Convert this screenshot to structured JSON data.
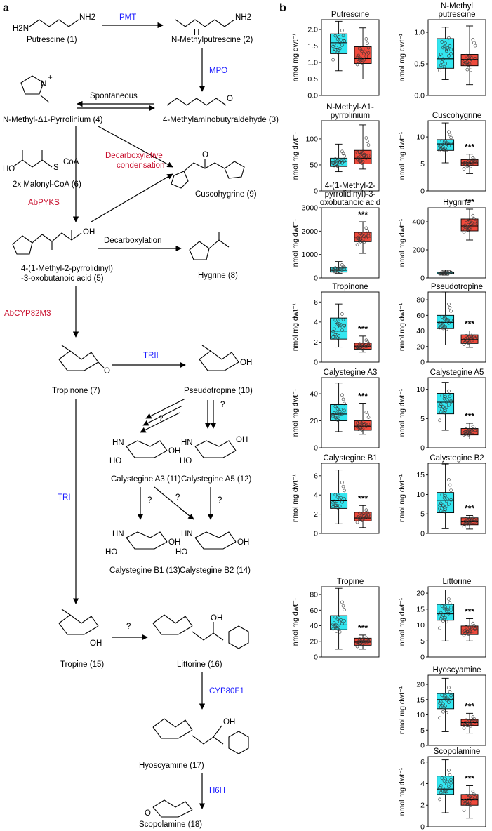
{
  "panel_a": {
    "label": "a",
    "compounds": {
      "c1": "Putrescine (1)",
      "c2": "N-Methylputrescine (2)",
      "c3": "4-Methylaminobutyraldehyde (3)",
      "c4": "N-Methyl-Δ1-Pyrrolinium (4)",
      "c5a": "4-(1-Methyl-2-pyrrolidinyl)",
      "c5b": "-3-oxobutanoic acid (5)",
      "c6": "2x Malonyl-CoA (6)",
      "c7": "Tropinone (7)",
      "c8": "Hygrine (8)",
      "c9": "Cuscohygrine (9)",
      "c10": "Pseudotropine (10)",
      "c11": "Calystegine A3 (11)",
      "c12": "Calystegine A5 (12)",
      "c13": "Calystegine B1 (13)",
      "c14": "Calystegine B2 (14)",
      "c15": "Tropine (15)",
      "c16": "Littorine (16)",
      "c17": "Hyoscyamine (17)",
      "c18": "Scopolamine (18)"
    },
    "enzymes": {
      "pmt": "PMT",
      "mpo": "MPO",
      "spontaneous": "Spontaneous",
      "abpyks": "AbPYKS",
      "decarb_cond_1": "Decarboxylative",
      "decarb_cond_2": "condensation",
      "decarboxylation": "Decarboxylation",
      "abcyp": "AbCYP82M3",
      "trii": "TRII",
      "tri": "TRI",
      "cyp80f1": "CYP80F1",
      "h6h": "H6H",
      "unknown": "?"
    },
    "atoms": {
      "h2n": "H2N",
      "nh2": "NH2",
      "h": "H",
      "n": "N",
      "o": "O",
      "oh": "OH",
      "ho": "HO",
      "hn": "HN",
      "coa": "CoA",
      "s": "S",
      "plus": "+"
    }
  },
  "panel_b": {
    "label": "b",
    "ylabel": "nmol mg dwt⁻¹",
    "colors": {
      "control": "#33e6f0",
      "treated": "#f04a3c"
    },
    "significance": "***"
  },
  "chart_data": [
    {
      "type": "box",
      "title": "Putrescine",
      "ylim": [
        0,
        2.3
      ],
      "yticks": [
        "0.0",
        "0.5",
        "1.0",
        "1.5",
        "2.0"
      ],
      "series": [
        {
          "name": "",
          "min": 0.75,
          "q1": 1.27,
          "median": 1.6,
          "q3": 1.87,
          "max": 2.25
        },
        {
          "name": "",
          "min": 0.5,
          "q1": 0.97,
          "median": 1.12,
          "q3": 1.48,
          "max": 2.05
        }
      ],
      "sig": ""
    },
    {
      "type": "box",
      "title": "N-Methyl putrescine",
      "ylim": [
        0,
        1.2
      ],
      "yticks": [
        "0.0",
        "0.5",
        "1.0"
      ],
      "series": [
        {
          "name": "",
          "min": 0.25,
          "q1": 0.43,
          "median": 0.58,
          "q3": 0.9,
          "max": 1.08
        },
        {
          "name": "",
          "min": 0.17,
          "q1": 0.47,
          "median": 0.57,
          "q3": 0.65,
          "max": 1.1
        }
      ],
      "sig": ""
    },
    {
      "type": "box",
      "title": "N-Methyl-Δ1-pyrrolinium",
      "ylim": [
        0,
        135
      ],
      "yticks": [
        "0",
        "50",
        "100"
      ],
      "series": [
        {
          "name": "",
          "min": 37,
          "q1": 47,
          "median": 57,
          "q3": 63,
          "max": 90
        },
        {
          "name": "",
          "min": 42,
          "q1": 52,
          "median": 63,
          "q3": 78,
          "max": 127
        }
      ],
      "sig": ""
    },
    {
      "type": "box",
      "title": "Cuscohygrine",
      "ylim": [
        0,
        13
      ],
      "yticks": [
        "0",
        "5",
        "10"
      ],
      "series": [
        {
          "name": "",
          "min": 5.2,
          "q1": 7.5,
          "median": 8.7,
          "q3": 9.5,
          "max": 12.6
        },
        {
          "name": "",
          "min": 3.2,
          "q1": 4.7,
          "median": 5.2,
          "q3": 5.8,
          "max": 6.8
        }
      ],
      "sig": "***"
    },
    {
      "type": "box",
      "title": "4-(1-Methyl-2-pyrrolidinyl)-3-oxobutanoic acid",
      "ylim": [
        0,
        3000
      ],
      "yticks": [
        "0",
        "1000",
        "2000",
        "3000"
      ],
      "series": [
        {
          "name": "",
          "min": 200,
          "q1": 250,
          "median": 330,
          "q3": 450,
          "max": 700
        },
        {
          "name": "",
          "min": 1050,
          "q1": 1550,
          "median": 1750,
          "q3": 1950,
          "max": 2400
        }
      ],
      "sig": "***"
    },
    {
      "type": "box",
      "title": "Hygrine",
      "ylim": [
        0,
        500
      ],
      "yticks": [
        "0",
        "200",
        "400"
      ],
      "series": [
        {
          "name": "",
          "min": 20,
          "q1": 28,
          "median": 35,
          "q3": 42,
          "max": 55
        },
        {
          "name": "",
          "min": 270,
          "q1": 335,
          "median": 370,
          "q3": 420,
          "max": 490
        }
      ],
      "sig": "***"
    },
    {
      "type": "box",
      "title": "Tropinone",
      "ylim": [
        0,
        7
      ],
      "yticks": [
        "0",
        "2",
        "4",
        "6"
      ],
      "series": [
        {
          "name": "",
          "min": 1.5,
          "q1": 2.3,
          "median": 3.1,
          "q3": 4.4,
          "max": 5.8
        },
        {
          "name": "",
          "min": 1.0,
          "q1": 1.3,
          "median": 1.6,
          "q3": 1.9,
          "max": 2.6
        }
      ],
      "sig": "***"
    },
    {
      "type": "box",
      "title": "Pseudotropine",
      "ylim": [
        0,
        90
      ],
      "yticks": [
        "0",
        "20",
        "40",
        "60",
        "80"
      ],
      "series": [
        {
          "name": "",
          "min": 22,
          "q1": 43,
          "median": 51,
          "q3": 60,
          "max": 90
        },
        {
          "name": "",
          "min": 19,
          "q1": 24,
          "median": 29,
          "q3": 35,
          "max": 40
        }
      ],
      "sig": "***"
    },
    {
      "type": "box",
      "title": "Calystegine A3",
      "ylim": [
        0,
        52
      ],
      "yticks": [
        "0",
        "20",
        "40"
      ],
      "series": [
        {
          "name": "",
          "min": 12,
          "q1": 20,
          "median": 25,
          "q3": 32,
          "max": 48
        },
        {
          "name": "",
          "min": 10,
          "q1": 13,
          "median": 16,
          "q3": 20,
          "max": 33
        }
      ],
      "sig": "***"
    },
    {
      "type": "box",
      "title": "Calystegine A5",
      "ylim": [
        0,
        12
      ],
      "yticks": [
        "0",
        "5",
        "10"
      ],
      "series": [
        {
          "name": "",
          "min": 3,
          "q1": 5.8,
          "median": 7.8,
          "q3": 9.3,
          "max": 11.2
        },
        {
          "name": "",
          "min": 1.5,
          "q1": 2.2,
          "median": 2.7,
          "q3": 3.3,
          "max": 4.2
        }
      ],
      "sig": "***"
    },
    {
      "type": "box",
      "title": "Calystegine B1",
      "ylim": [
        0,
        7.3
      ],
      "yticks": [
        "0",
        "2",
        "4",
        "6"
      ],
      "series": [
        {
          "name": "",
          "min": 1.0,
          "q1": 2.6,
          "median": 3.4,
          "q3": 4.2,
          "max": 6.6
        },
        {
          "name": "",
          "min": 0.6,
          "q1": 1.3,
          "median": 1.6,
          "q3": 2.2,
          "max": 2.9
        }
      ],
      "sig": "***"
    },
    {
      "type": "box",
      "title": "Calystegine B2",
      "ylim": [
        0,
        18
      ],
      "yticks": [
        "0",
        "5",
        "10",
        "15"
      ],
      "series": [
        {
          "name": "",
          "min": 1.2,
          "q1": 5.3,
          "median": 8.5,
          "q3": 10.5,
          "max": 17.8
        },
        {
          "name": "",
          "min": 1.1,
          "q1": 2.2,
          "median": 3.0,
          "q3": 4.0,
          "max": 4.6
        }
      ],
      "sig": "***"
    },
    {
      "type": "box",
      "title": "Tropine",
      "ylim": [
        0,
        90
      ],
      "yticks": [
        "0",
        "20",
        "40",
        "60",
        "80"
      ],
      "series": [
        {
          "name": "",
          "min": 10,
          "q1": 35,
          "median": 41,
          "q3": 53,
          "max": 88
        },
        {
          "name": "",
          "min": 10,
          "q1": 15,
          "median": 19,
          "q3": 24,
          "max": 28
        }
      ],
      "sig": "***"
    },
    {
      "type": "box",
      "title": "Littorine",
      "ylim": [
        0,
        22
      ],
      "yticks": [
        "0",
        "5",
        "10",
        "15",
        "20"
      ],
      "series": [
        {
          "name": "",
          "min": 5,
          "q1": 11.5,
          "median": 13.5,
          "q3": 16.5,
          "max": 21
        },
        {
          "name": "",
          "min": 5,
          "q1": 7,
          "median": 8.5,
          "q3": 9.7,
          "max": 12
        }
      ],
      "sig": "***"
    },
    {
      "type": "box",
      "title": "Hyoscyamine",
      "ylim": [
        0,
        23
      ],
      "yticks": [
        "0",
        "5",
        "10",
        "15",
        "20"
      ],
      "series": [
        {
          "name": "",
          "min": 4.5,
          "q1": 12,
          "median": 15,
          "q3": 17,
          "max": 22
        },
        {
          "name": "",
          "min": 4,
          "q1": 6.5,
          "median": 7.5,
          "q3": 8.5,
          "max": 10.5
        }
      ],
      "sig": "***"
    },
    {
      "type": "box",
      "title": "Scopolamine",
      "ylim": [
        0,
        6.5
      ],
      "yticks": [
        "0",
        "2",
        "4",
        "6"
      ],
      "series": [
        {
          "name": "",
          "min": 1.3,
          "q1": 3.0,
          "median": 3.5,
          "q3": 4.7,
          "max": 6.2
        },
        {
          "name": "",
          "min": 0.8,
          "q1": 2.0,
          "median": 2.5,
          "q3": 3.0,
          "max": 3.8
        }
      ],
      "sig": "***"
    }
  ]
}
